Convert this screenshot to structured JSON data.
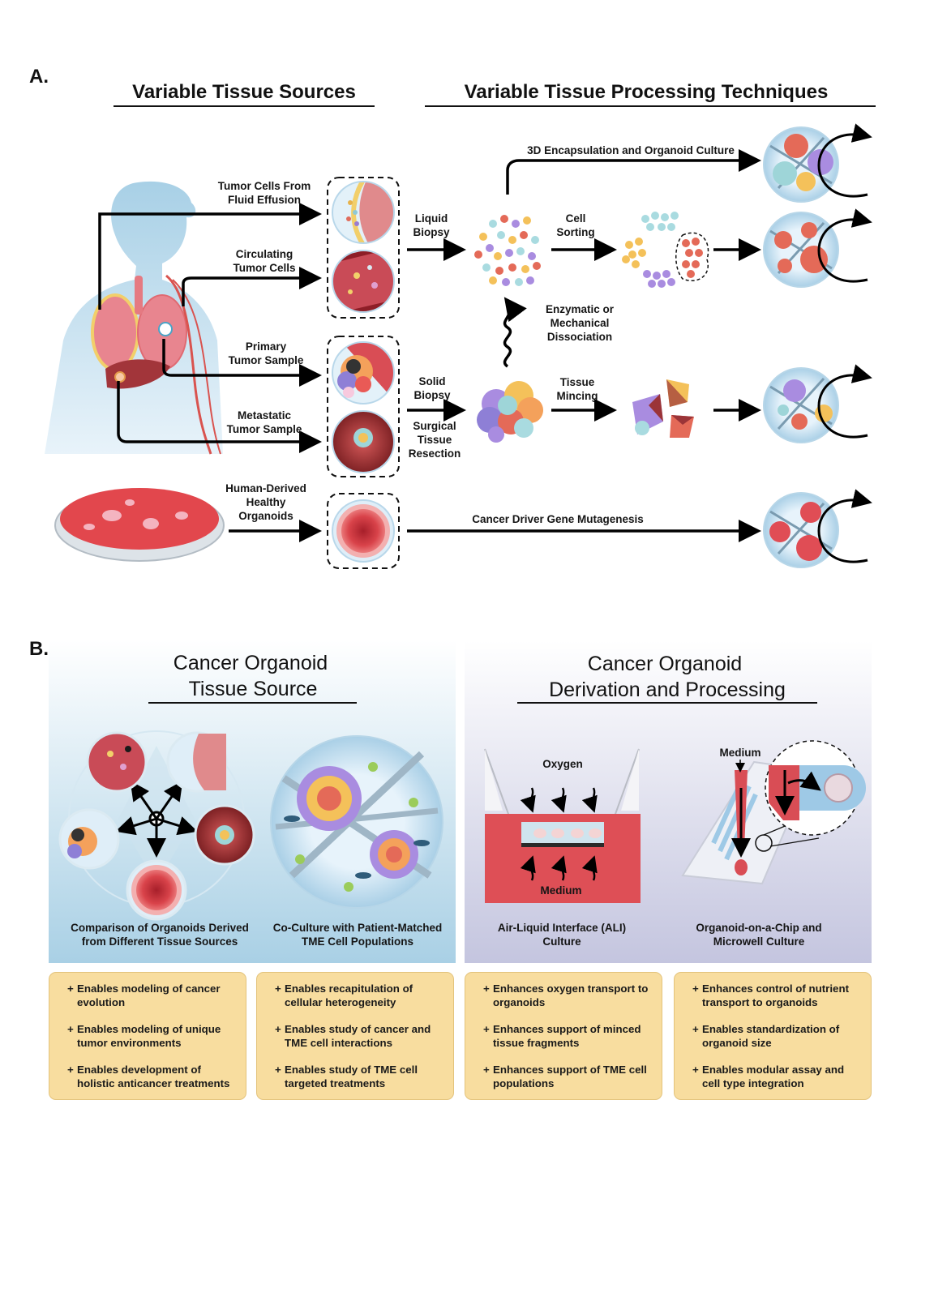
{
  "panel_a": {
    "letter": "A.",
    "heading_sources": "Variable Tissue Sources",
    "heading_processing": "Variable Tissue Processing Techniques",
    "labels": {
      "fluid_1": "Tumor Cells From",
      "fluid_2": "Fluid Effusion",
      "ctc_1": "Circulating",
      "ctc_2": "Tumor Cells",
      "primary_1": "Primary",
      "primary_2": "Tumor Sample",
      "meta_1": "Metastatic",
      "meta_2": "Tumor Sample",
      "healthy_1": "Human-Derived",
      "healthy_2": "Healthy",
      "healthy_3": "Organoids",
      "liquid_1": "Liquid",
      "liquid_2": "Biopsy",
      "solid_1": "Solid",
      "solid_2": "Biopsy",
      "surgical_1": "Surgical",
      "surgical_2": "Tissue",
      "surgical_3": "Resection",
      "encapsulation": "3D Encapsulation and Organoid Culture",
      "sorting_1": "Cell",
      "sorting_2": "Sorting",
      "dissoc_1": "Enzymatic or",
      "dissoc_2": "Mechanical",
      "dissoc_3": "Dissociation",
      "mincing_1": "Tissue",
      "mincing_2": "Mincing",
      "mutagenesis": "Cancer Driver Gene Mutagenesis"
    }
  },
  "panel_b": {
    "letter": "B.",
    "left_heading_1": "Cancer Organoid",
    "left_heading_2": "Tissue Source",
    "right_heading_1": "Cancer Organoid",
    "right_heading_2": "Derivation and Processing",
    "oxygen": "Oxygen",
    "medium_ali": "Medium",
    "medium_chip": "Medium",
    "captions": {
      "comparison_1": "Comparison of Organoids Derived",
      "comparison_2": "from Different Tissue Sources",
      "coculture_1": "Co-Culture with Patient-Matched",
      "coculture_2": "TME Cell Populations",
      "ali_1": "Air-Liquid Interface (ALI)",
      "ali_2": "Culture",
      "chip_1": "Organoid-on-a-Chip and",
      "chip_2": "Microwell Culture"
    },
    "cards": [
      [
        "Enables modeling of cancer evolution",
        "Enables modeling of unique tumor environments",
        "Enables development of holistic anticancer treatments"
      ],
      [
        "Enables recapitulation of cellular heterogeneity",
        "Enables study of cancer and TME cell interactions",
        "Enables study of TME cell targeted treatments"
      ],
      [
        "Enhances oxygen transport to organoids",
        "Enhances support of minced tissue fragments",
        "Enhances support of TME cell populations"
      ],
      [
        "Enhances control of nutrient transport to organoids",
        "Enables standardization of organoid size",
        "Enables modular assay and cell type integration"
      ]
    ]
  }
}
